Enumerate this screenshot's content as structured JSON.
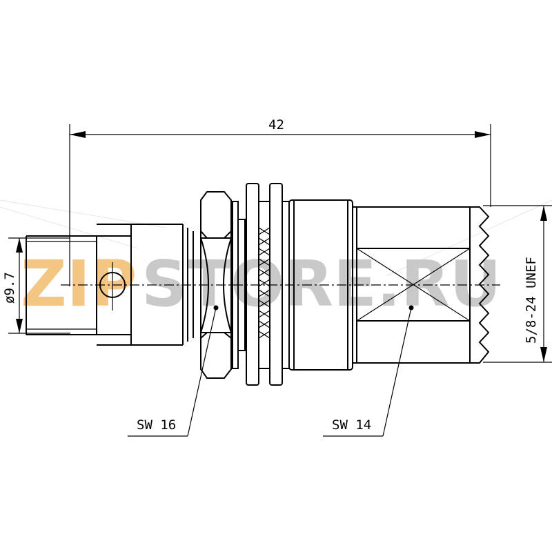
{
  "watermark": {
    "text_part1": "ZIP",
    "text_part2": "STORE.RU",
    "color_part1": "#f0b55a",
    "color_part2": "#b8b8b8"
  },
  "dimensions": {
    "overall_length": "42",
    "diameter": "ø9.7",
    "thread": "5/8-24 UNEF"
  },
  "callouts": {
    "hex_nut": "SW 16",
    "hex_body": "SW 14"
  },
  "colors": {
    "line": "#000000",
    "background": "#ffffff"
  }
}
